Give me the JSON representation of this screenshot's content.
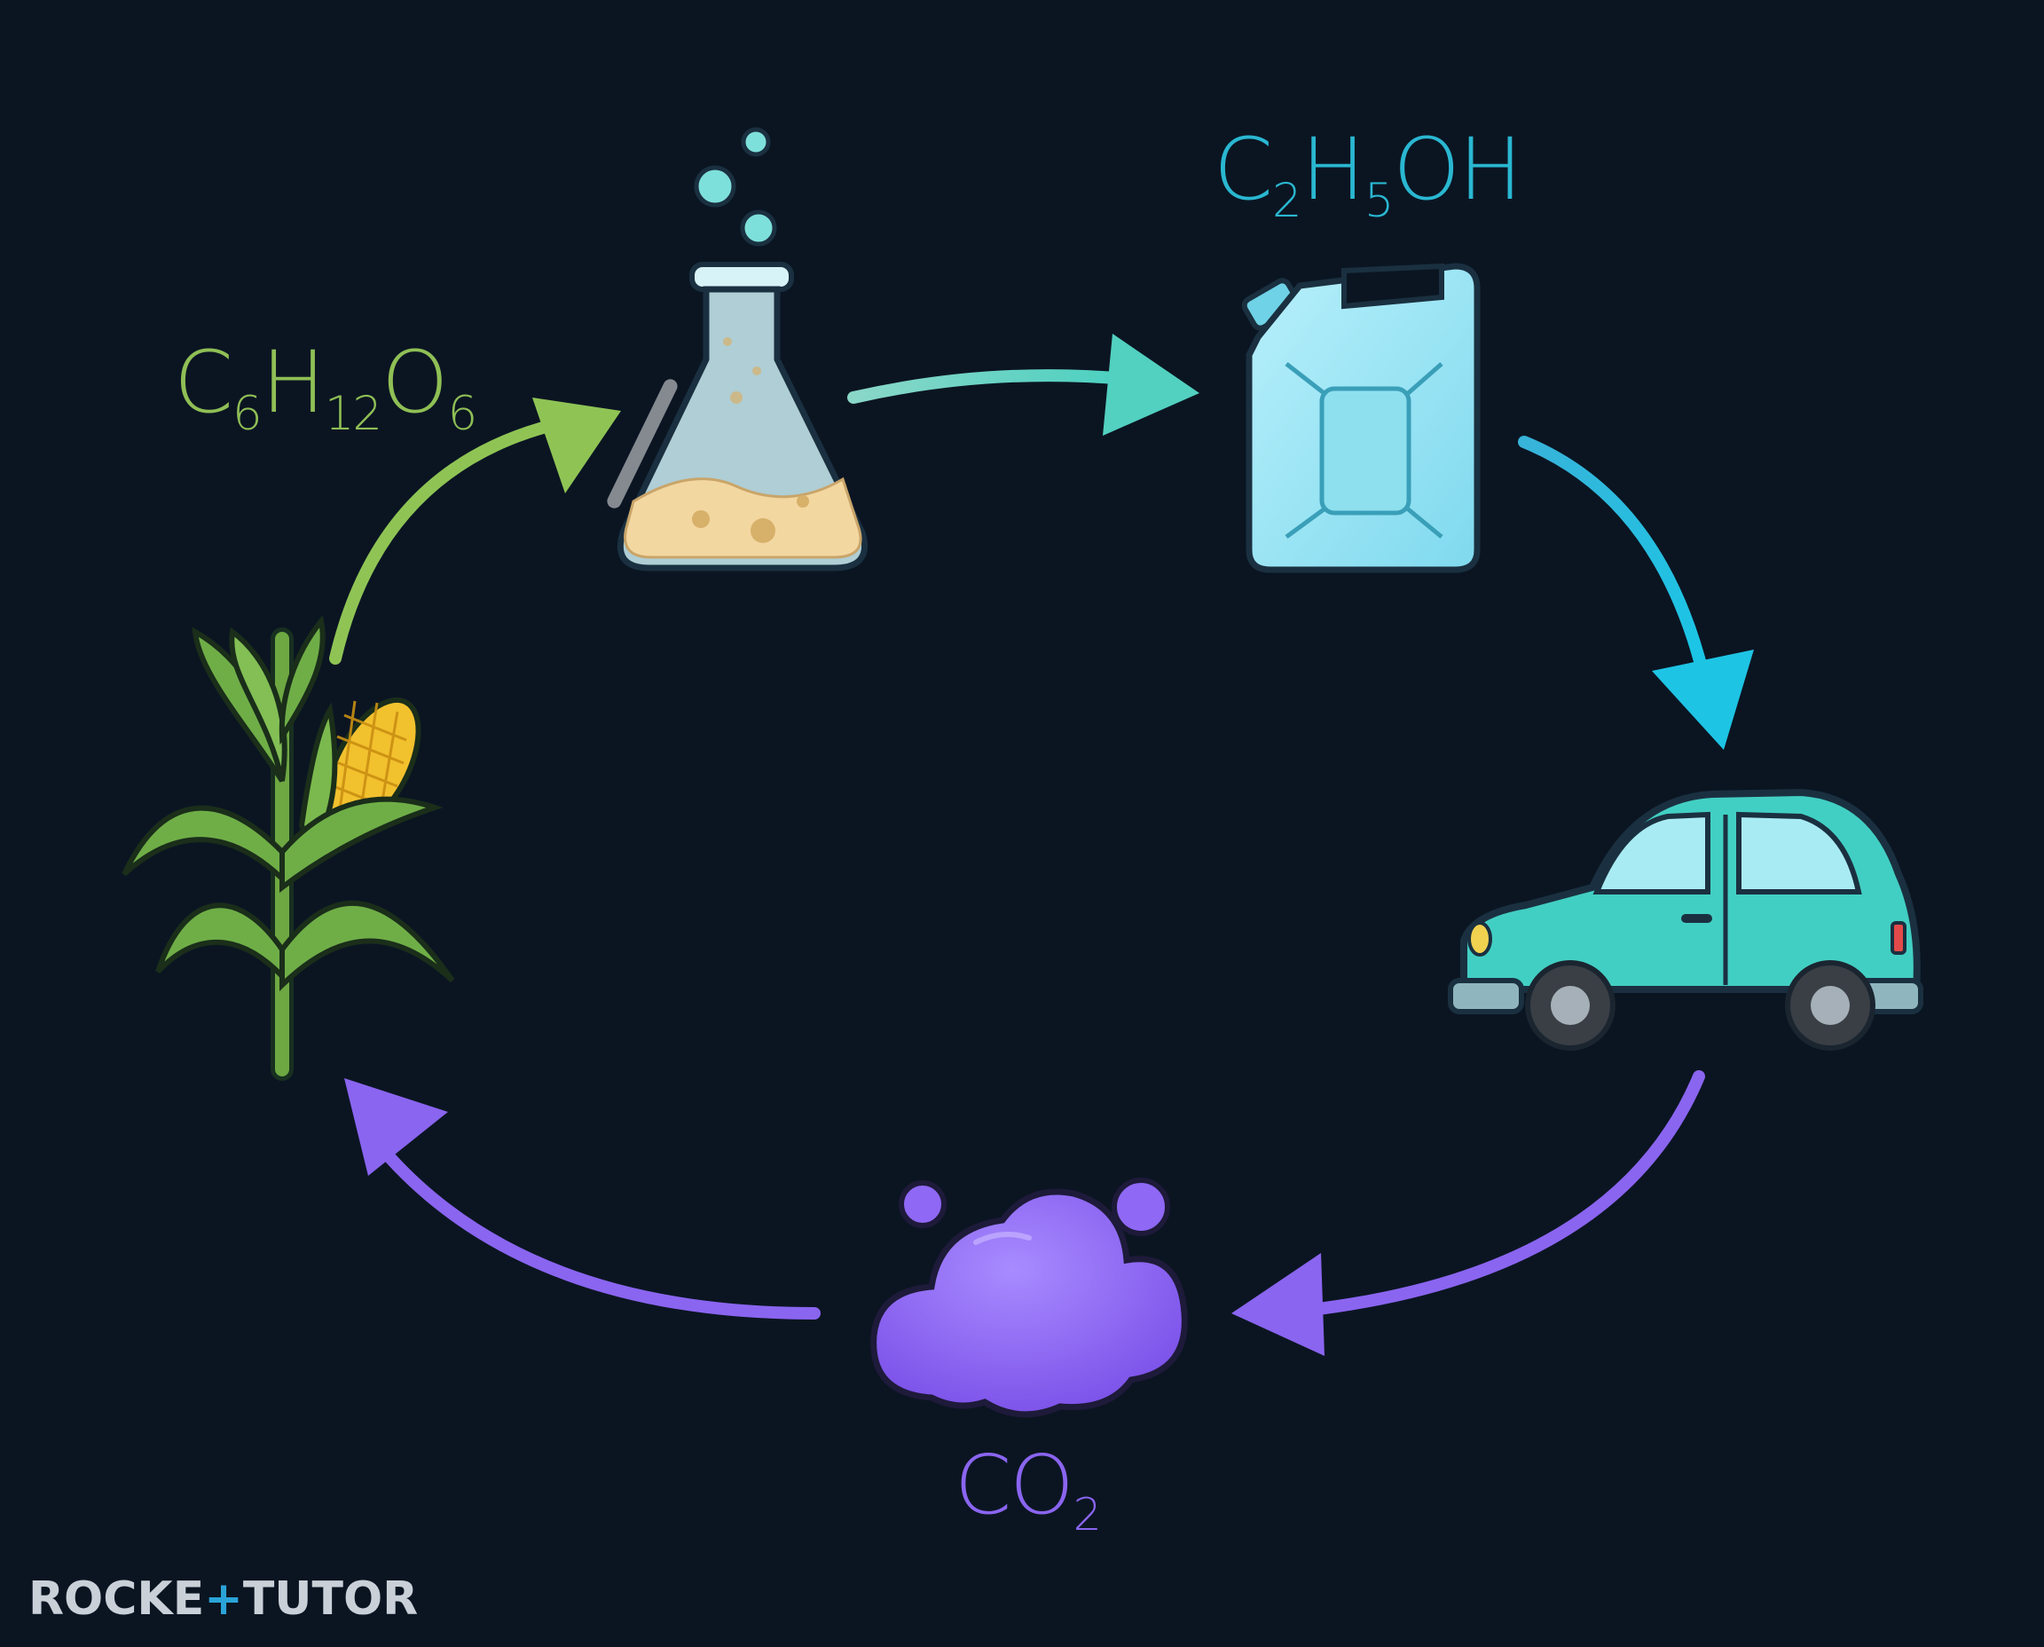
{
  "formulas": {
    "glucose": {
      "parts": [
        "C",
        "6",
        "H",
        "12",
        "O",
        "6"
      ]
    },
    "ethanol": {
      "parts": [
        "C",
        "2",
        "H",
        "5",
        "OH",
        ""
      ]
    },
    "co2": {
      "parts": [
        "CO",
        "2"
      ]
    }
  },
  "logo": {
    "left": "ROCKE",
    "mark": "+",
    "right": "TUTOR"
  },
  "colors": {
    "background": "#0b1522",
    "glucose": "#8fbf55",
    "ethanol": "#2ab7d1",
    "co2": "#8a65f0",
    "arrow_teal": "#5fd0c0",
    "arrow_cyan": "#22c3e0"
  },
  "icons": [
    "corn-plant-icon",
    "flask-icon",
    "jerrycan-icon",
    "car-icon",
    "co2-cloud-icon"
  ]
}
